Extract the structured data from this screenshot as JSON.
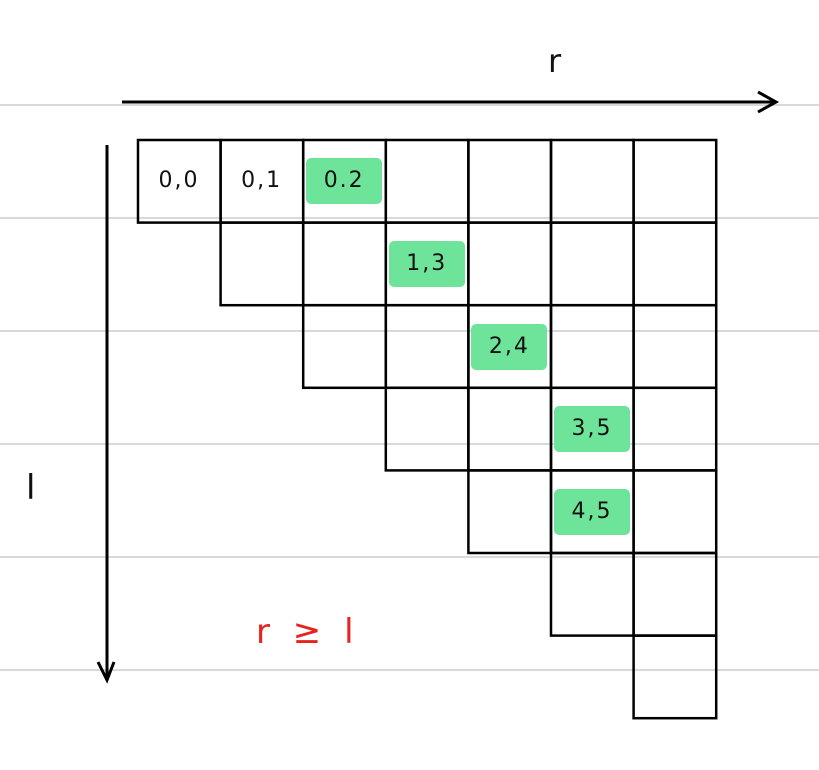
{
  "axes": {
    "r_label": "r",
    "l_label": "l"
  },
  "condition": "r ≥ l",
  "grid_size": 7,
  "cells": [
    {
      "l": 0,
      "r": 0,
      "text": "0,0",
      "highlighted": false
    },
    {
      "l": 0,
      "r": 1,
      "text": "0,1",
      "highlighted": false
    },
    {
      "l": 0,
      "r": 2,
      "text": "0.2",
      "highlighted": true
    },
    {
      "l": 1,
      "r": 3,
      "text": "1,3",
      "highlighted": true
    },
    {
      "l": 2,
      "r": 4,
      "text": "2,4",
      "highlighted": true
    },
    {
      "l": 3,
      "r": 5,
      "text": "3,5",
      "highlighted": true
    },
    {
      "l": 4,
      "r": 5,
      "text": "4,5",
      "highlighted": true
    }
  ],
  "colors": {
    "highlight": "#6ee49b",
    "condition": "#e8231f",
    "grid": "#000000"
  }
}
